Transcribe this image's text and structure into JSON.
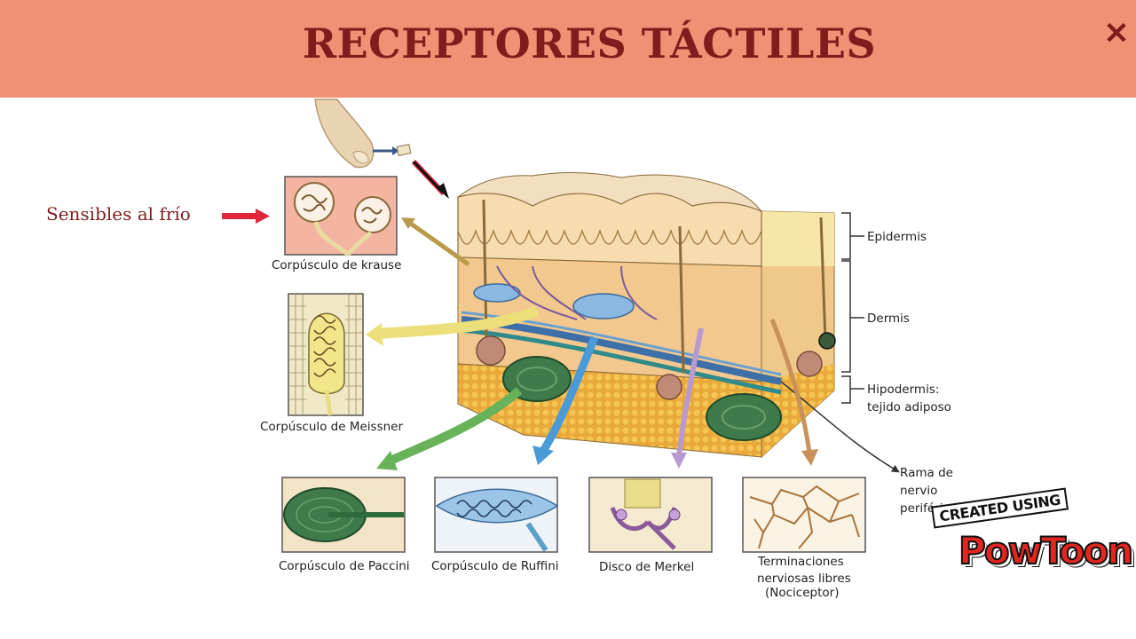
{
  "header": {
    "title": "RECEPTORES TÁCTILES",
    "close_icon": "close-icon"
  },
  "note": {
    "text": "Sensibles al frío",
    "arrow_color": "#e0263a"
  },
  "labels": {
    "krause": "Corpúsculo de krause",
    "meissner": "Corpúsculo de Meissner",
    "paccini": "Corpúsculo de Paccini",
    "ruffini": "Corpúsculo de Ruffini",
    "merkel": "Disco de Merkel",
    "libres_1": "Terminaciones",
    "libres_2": "nerviosas libres",
    "libres_3": "(Nociceptor)",
    "epidermis": "Epidermis",
    "dermis": "Dermis",
    "hipodermis_1": "Hipodermis:",
    "hipodermis_2": "tejido adiposo",
    "rama_1": "Rama de",
    "rama_2": "nervio",
    "rama_3": "periférico"
  },
  "branding": {
    "created": "CREATED USING",
    "logo": "PowToon"
  },
  "colors": {
    "header_bg": "#ee9276",
    "title": "#7e1d1c",
    "epidermis": "#f6dcae",
    "dermis": "#f3c88f",
    "fat": "#e9a93a"
  }
}
